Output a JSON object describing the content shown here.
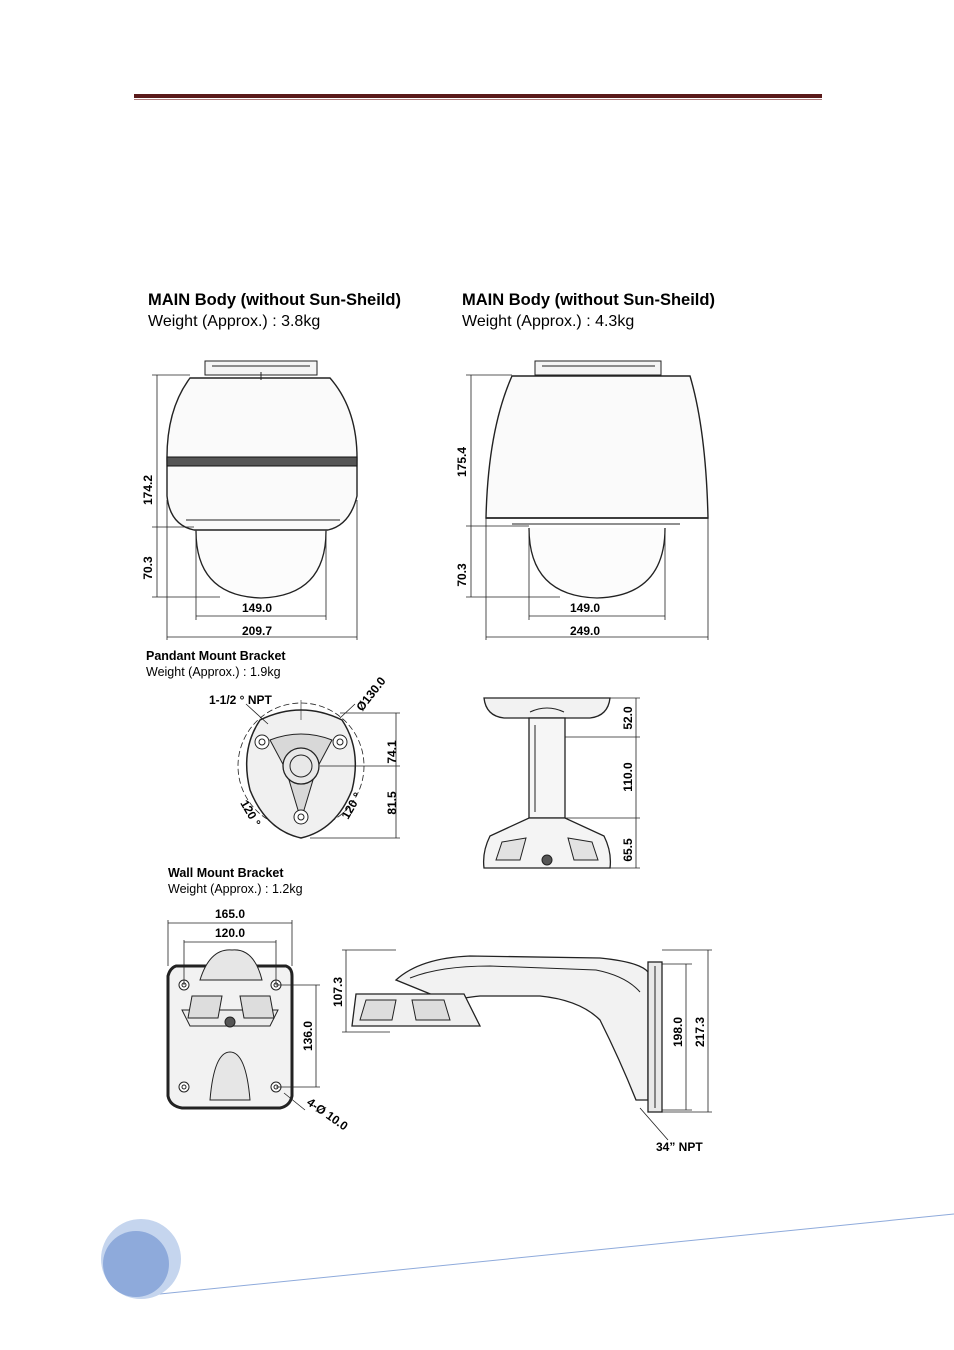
{
  "left_body": {
    "title": "MAIN Body (without Sun-Sheild)",
    "weight": "Weight (Approx.) : 3.8kg"
  },
  "right_body": {
    "title": "MAIN Body (without Sun-Sheild)",
    "weight": "Weight (Approx.) : 4.3kg"
  },
  "pendant": {
    "title": "Pandant Mount Bracket",
    "weight": "Weight (Approx.) : 1.9kg"
  },
  "wall": {
    "title": "Wall Mount Bracket",
    "weight": "Weight (Approx.) : 1.2kg"
  },
  "dims": {
    "l_h1": "174.2",
    "l_h2": "70.3",
    "l_w1": "149.0",
    "l_w2": "209.7",
    "r_h1": "175.4",
    "r_h2": "70.3",
    "r_w1": "149.0",
    "r_w2": "249.0",
    "p_npt": "1-1/2 ° NPT",
    "p_dia": "Ø130.0",
    "p_74": "74.1",
    "p_81": "81.5",
    "p_a1": "120 °",
    "p_a2": "120 °",
    "ps_52": "52.0",
    "ps_110": "110.0",
    "ps_65": "65.5",
    "w_165": "165.0",
    "w_120": "120.0",
    "w_136": "136.0",
    "w_hole": "4-Ø 10.0",
    "ws_107": "107.3",
    "ws_198": "198.0",
    "ws_217": "217.3",
    "ws_npt": "34” NPT"
  },
  "colors": {
    "header_rule": "#5a1a1a",
    "footer_circle": "#8eaadb",
    "footer_line": "#8eaadb"
  }
}
